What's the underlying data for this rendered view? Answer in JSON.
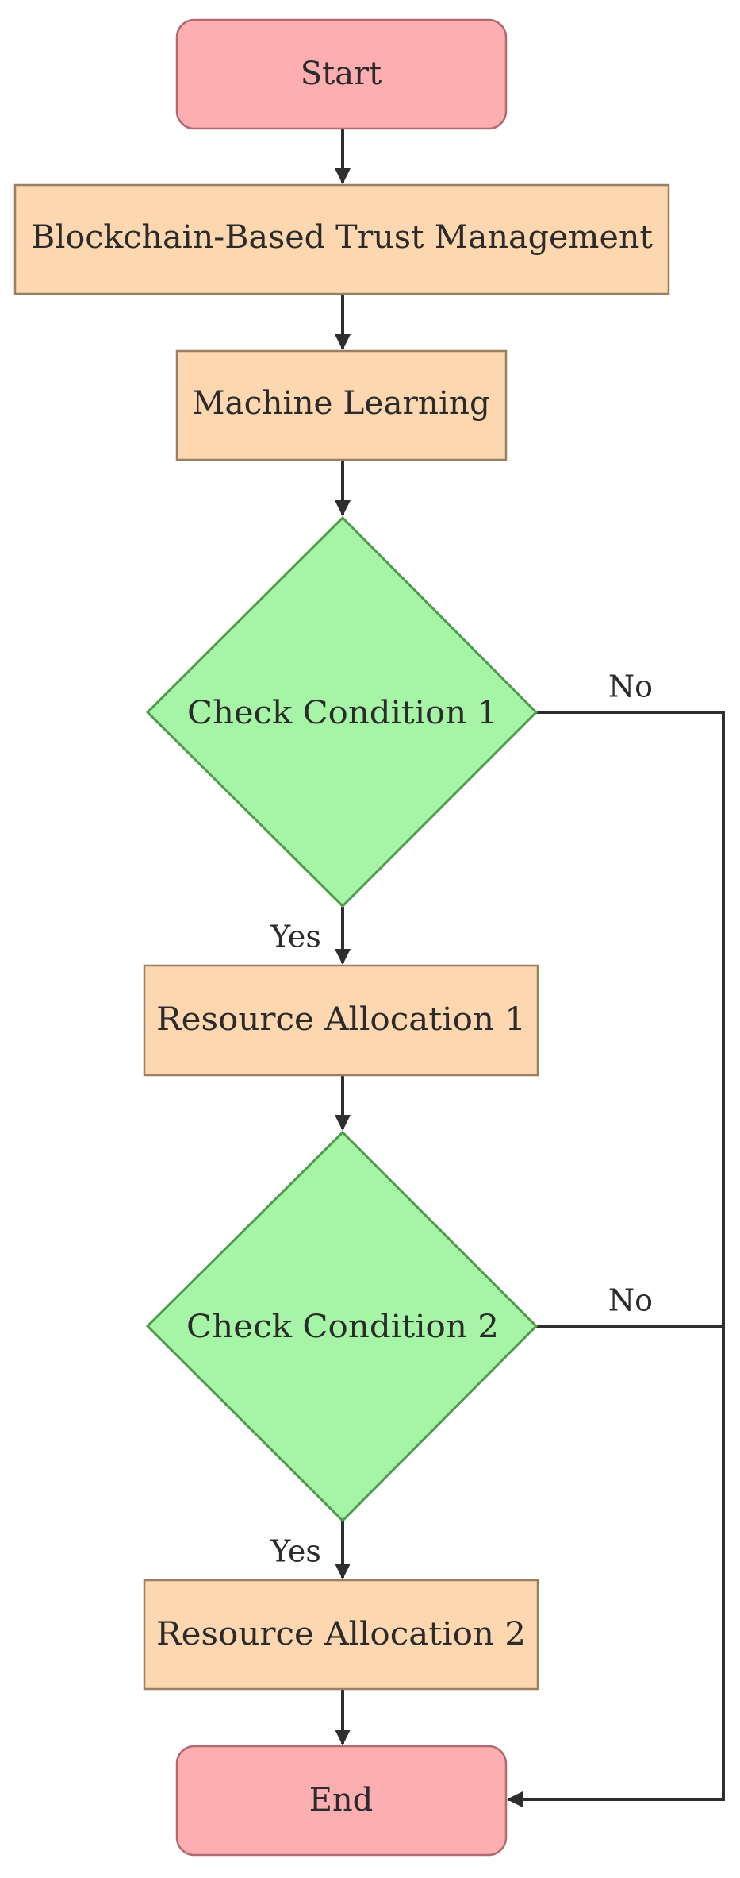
{
  "nodes": {
    "start": "Start",
    "trust": "Blockchain-Based Trust Management",
    "ml": "Machine Learning",
    "check1": "Check Condition 1",
    "alloc1": "Resource Allocation 1",
    "check2": "Check Condition 2",
    "alloc2": "Resource Allocation 2",
    "end": "End"
  },
  "labels": {
    "yes1": "Yes",
    "no1": "No",
    "yes2": "Yes",
    "no2": "No"
  },
  "colors": {
    "terminal_fill": "#fcaeb0",
    "terminal_stroke": "#b06a70",
    "process_fill": "#fdd7b0",
    "process_stroke": "#9a8060",
    "decision_fill": "#a6f4a6",
    "decision_stroke": "#4f9a4f",
    "edge": "#2e2e2e"
  }
}
